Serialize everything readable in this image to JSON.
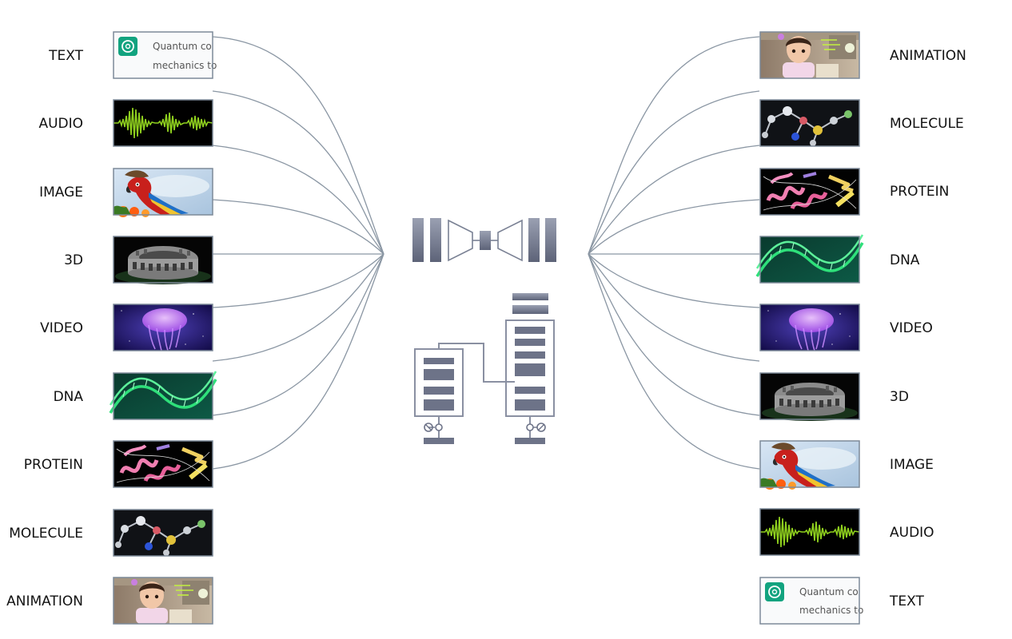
{
  "left_modalities": [
    "TEXT",
    "AUDIO",
    "IMAGE",
    "3D",
    "VIDEO",
    "DNA",
    "PROTEIN",
    "MOLECULE",
    "ANIMATION"
  ],
  "right_modalities": [
    "ANIMATION",
    "MOLECULE",
    "PROTEIN",
    "DNA",
    "VIDEO",
    "3D",
    "IMAGE",
    "AUDIO",
    "TEXT"
  ],
  "text_snippet": {
    "line1": "Quantum co",
    "line2": "mechanics to"
  },
  "icons": {
    "left_hub": "encoder-hub",
    "right_hub": "decoder-hub",
    "model_top": "unet-autoencoder-icon",
    "model_bottom": "transformer-encoder-decoder-icon",
    "text_thumb": "chat-logo-icon"
  },
  "colors": {
    "connector": "#8a96a3",
    "block": "#6d7388",
    "audio_wave": "#8fd01e",
    "dna": "#2ee07a"
  }
}
